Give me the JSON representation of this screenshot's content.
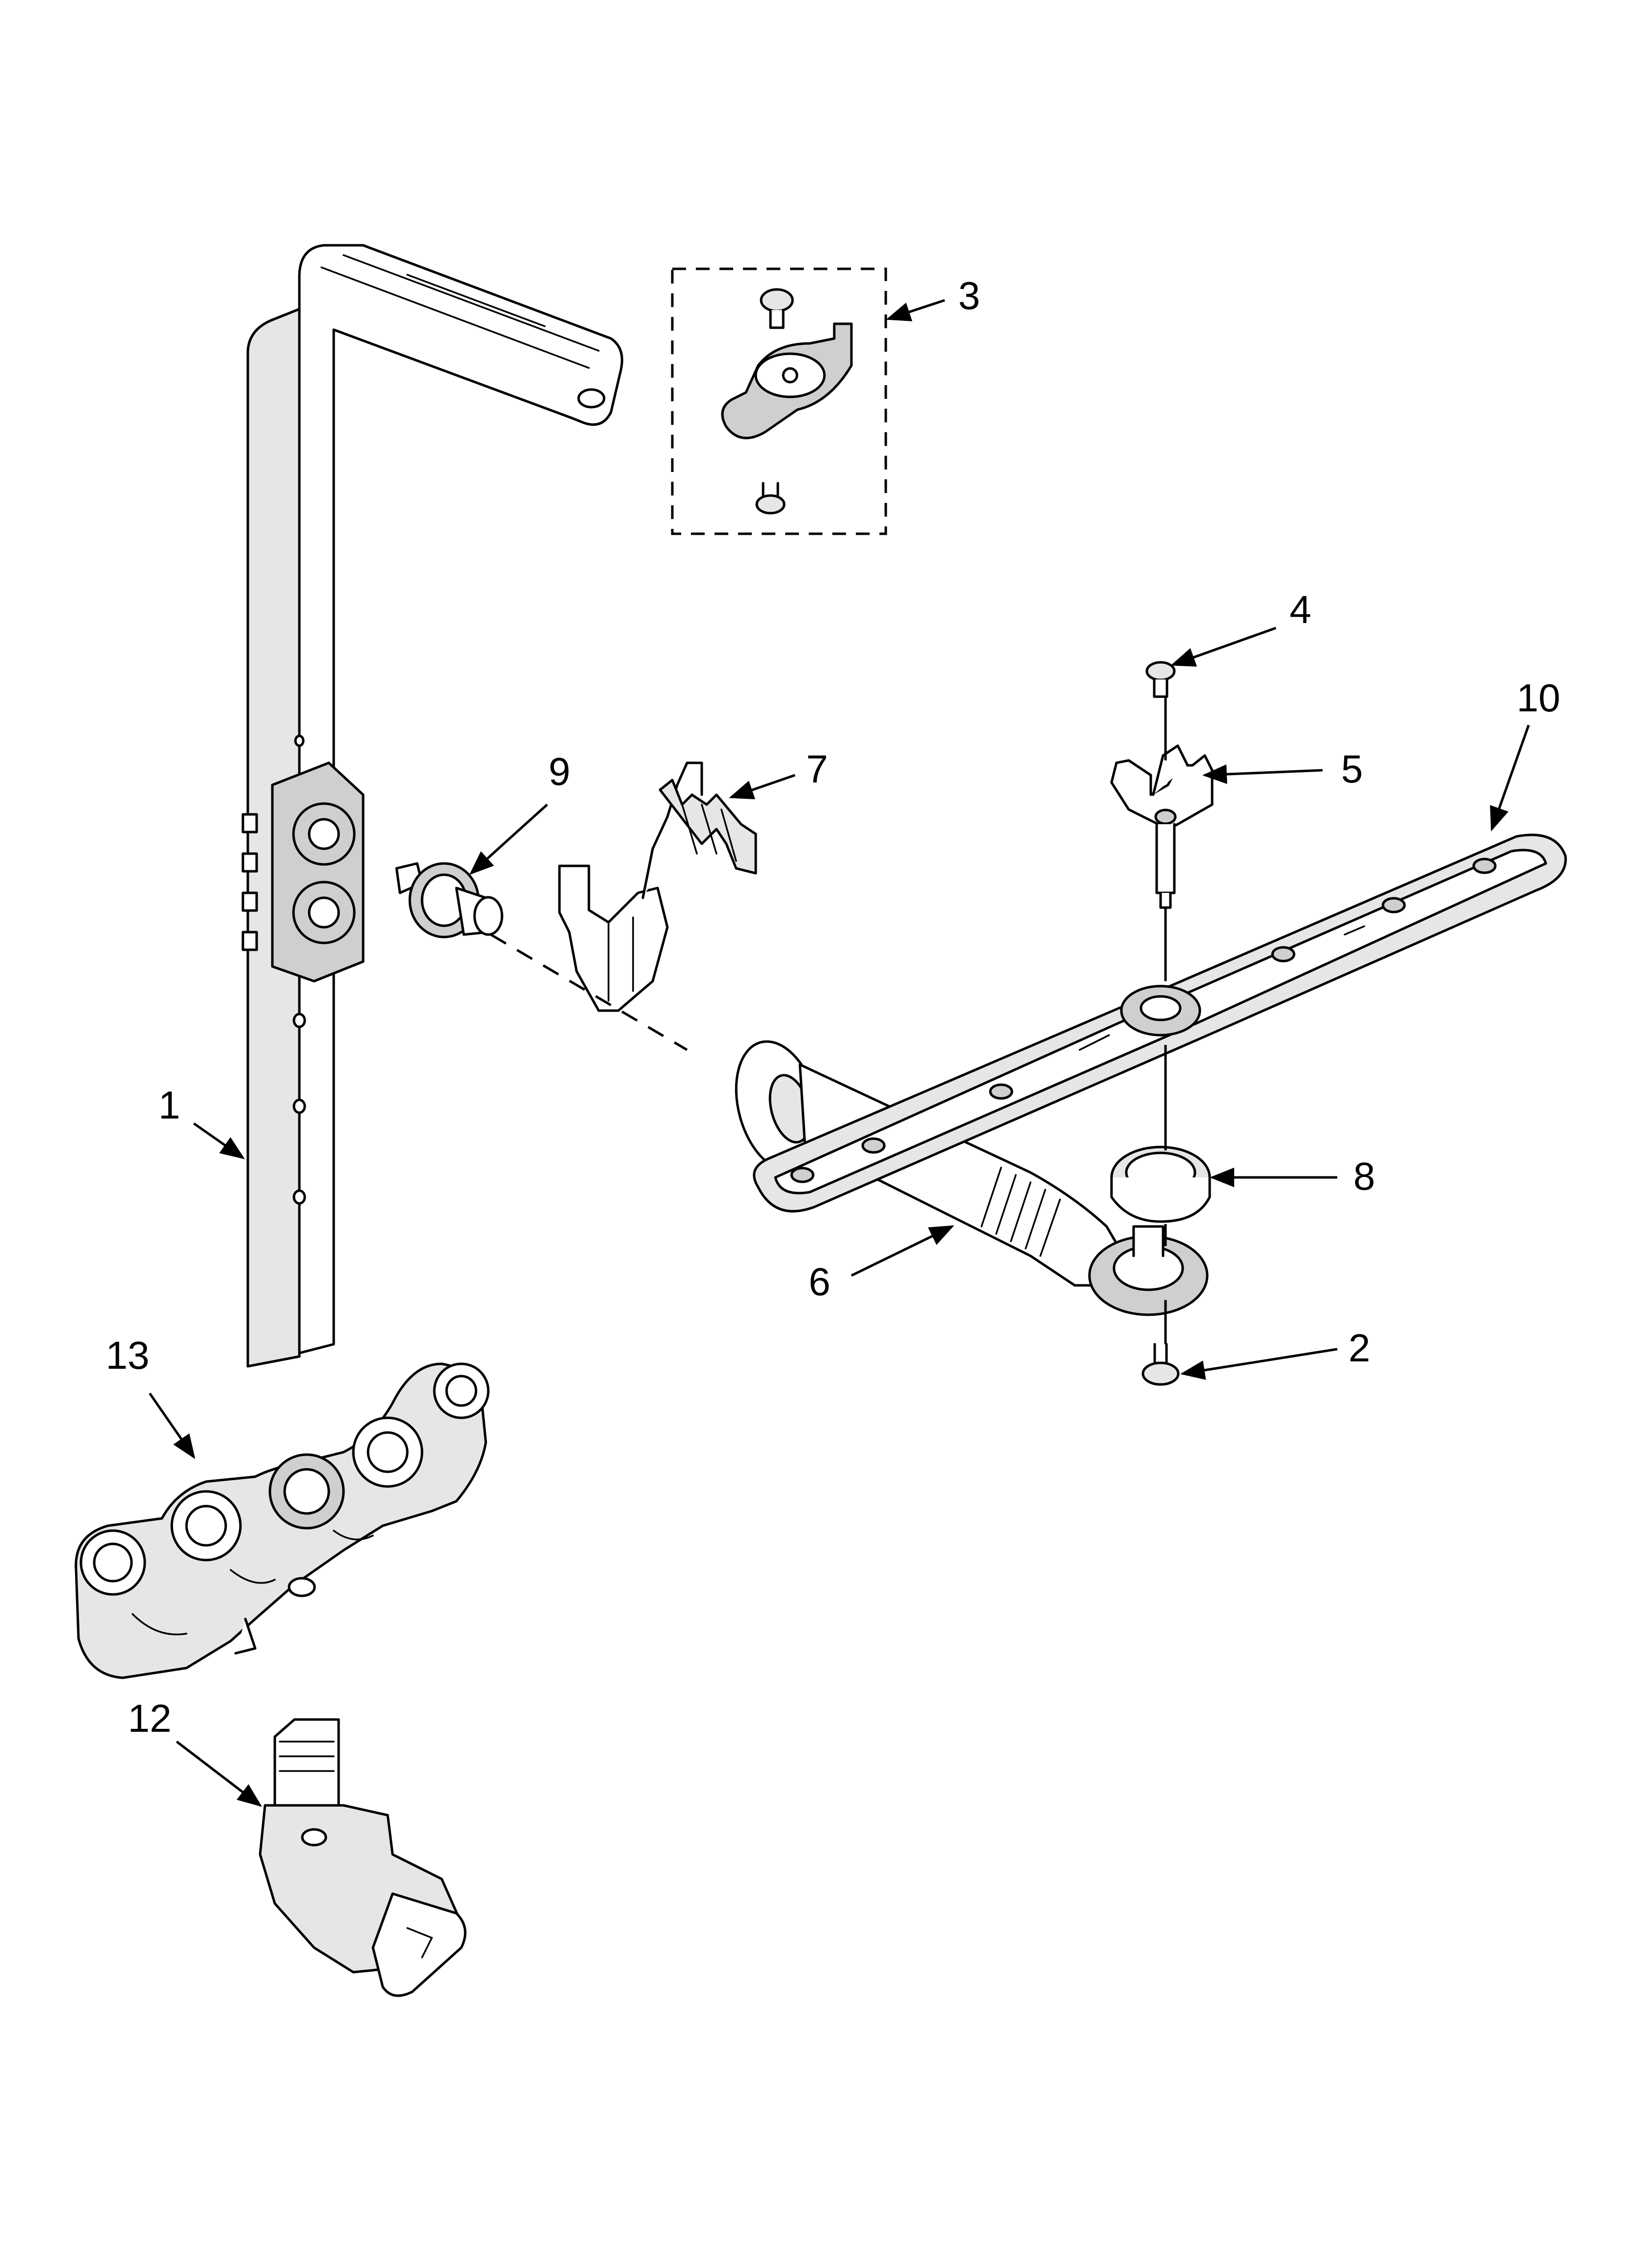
{
  "callouts": {
    "c1": "1",
    "c2": "2",
    "c3": "3",
    "c4": "4",
    "c5": "5",
    "c6": "6",
    "c7": "7",
    "c8": "8",
    "c9": "9",
    "c10": "10",
    "c12": "12",
    "c13": "13"
  }
}
